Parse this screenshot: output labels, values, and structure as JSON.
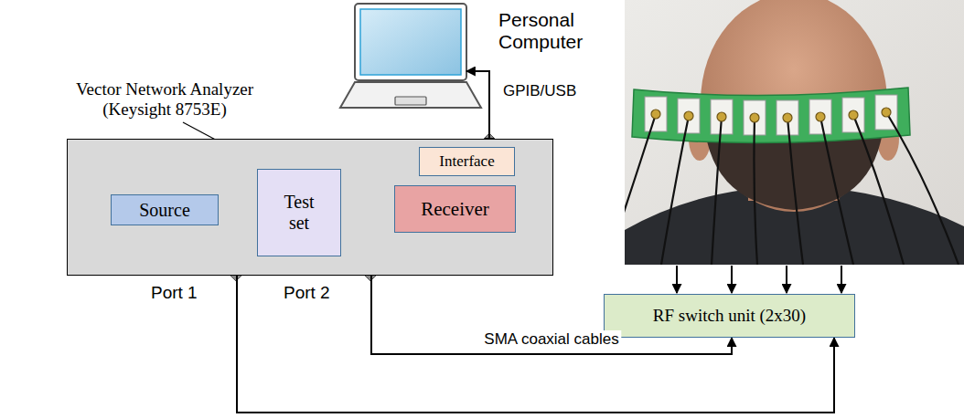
{
  "diagram": {
    "nodes": [
      {
        "text": [
          "Personal Computer"
        ]
      },
      {
        "text": [
          "Vector Network Analyzer (Keysight 8753E)"
        ]
      },
      {
        "text": [
          "Interface"
        ],
        "in": 1
      },
      {
        "text": [
          "Source"
        ],
        "in": 1
      },
      {
        "text": [
          "Test set"
        ],
        "in": 1
      },
      {
        "text": [
          "Receiver"
        ],
        "in": 1
      },
      {
        "text": [
          "RF switch unit (2x30)"
        ]
      }
    ],
    "edges": [
      {
        "from": 0,
        "to": 2,
        "arrow": "both",
        "label": "GPIB/USB"
      },
      {
        "from": 5,
        "to": 3,
        "arrow": "to"
      },
      {
        "from": 3,
        "to": 4,
        "arrow": "to"
      },
      {
        "from": 4,
        "to": 5,
        "arrow": "to"
      },
      {
        "from": 2,
        "to": 5,
        "arrow": "both"
      },
      {
        "from": 4,
        "to": 6,
        "arrow": "both",
        "label": "SMA coaxial cables"
      },
      {
        "from": 4,
        "to": 6,
        "arrow": "both"
      }
    ],
    "labels": [
      "Port 1",
      "Port 2"
    ]
  }
}
